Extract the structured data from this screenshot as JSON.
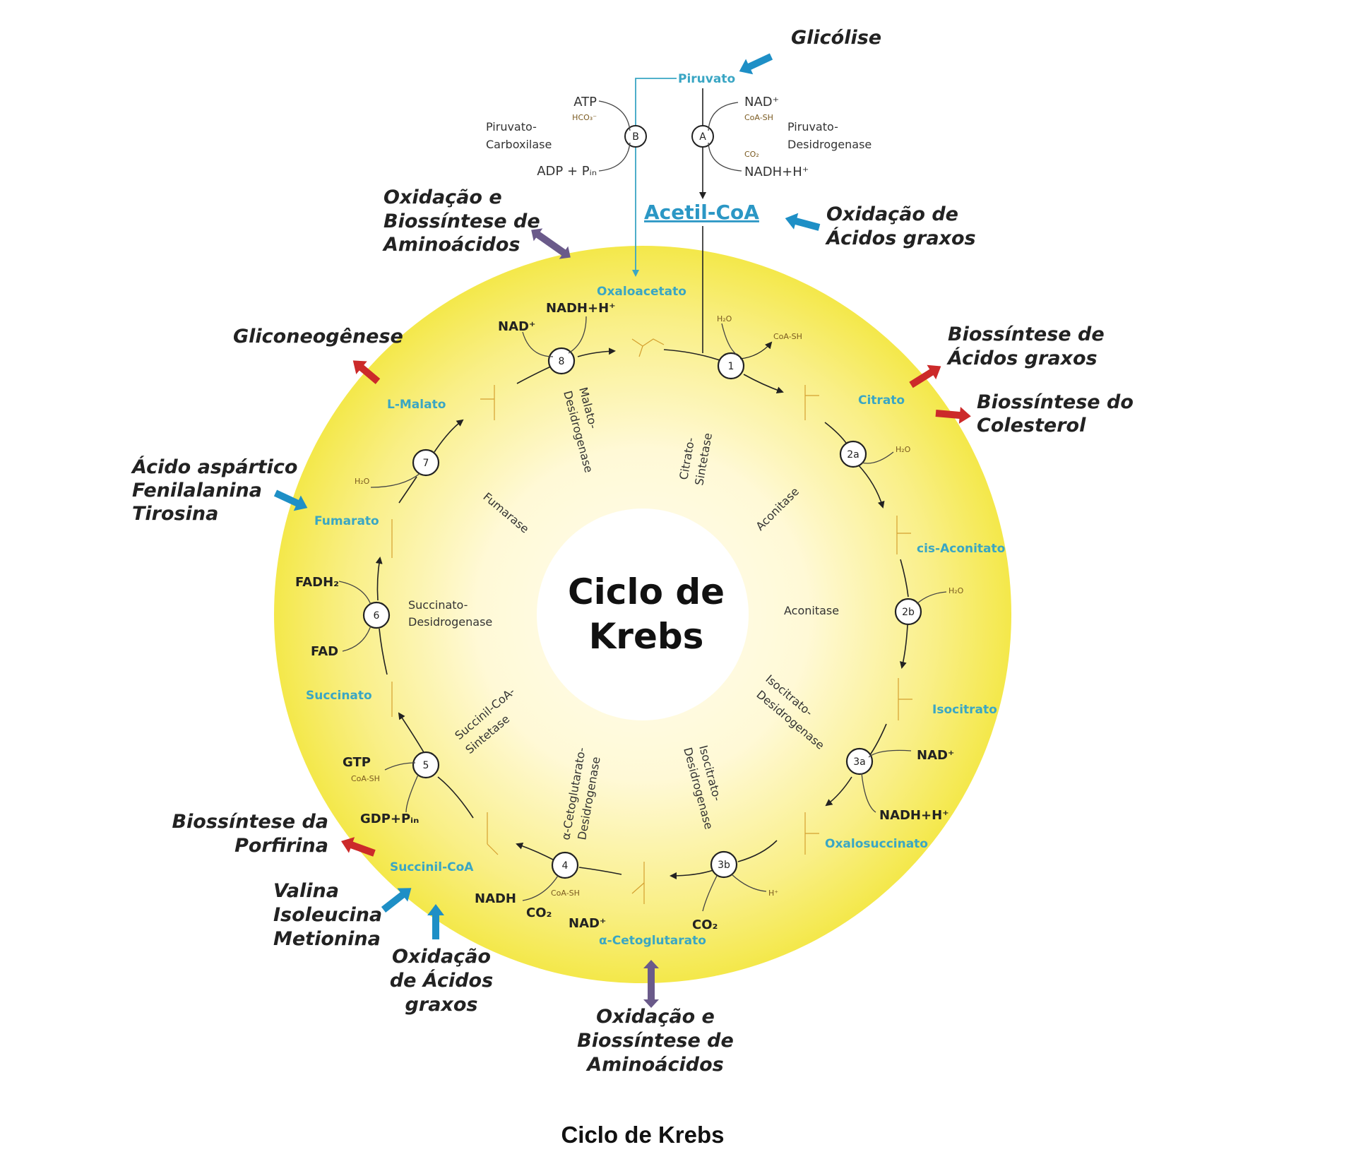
{
  "center_title": [
    "Ciclo de",
    "Krebs"
  ],
  "caption": "Ciclo de Krebs",
  "colors": {
    "ring_outer": "#f5e94a",
    "ring_inner": "#fffbe0",
    "metabolite": "#3aa6c4",
    "arrow_in": "#1e8fc6",
    "arrow_out": "#cc2a2a",
    "arrow_bidir": "#6a5a8a"
  },
  "top": {
    "glicolise": "Glicólise",
    "piruvato": "Piruvato",
    "acetil_coa": "Acetil-CoA",
    "oxidacao_acidos_graxos": [
      "Oxidação de",
      "Ácidos graxos"
    ],
    "step_a": "A",
    "step_b": "B",
    "pdh_enzyme": [
      "Piruvato-",
      "Desidrogenase"
    ],
    "pc_enzyme": [
      "Piruvato-",
      "Carboxilase"
    ],
    "a_cofactors": [
      "NAD⁺",
      "CoA-SH",
      "CO₂",
      "NADH+H⁺"
    ],
    "b_cofactors": [
      "ATP",
      "HCO₃⁻",
      "ADP + Pᵢₙ"
    ]
  },
  "external": {
    "oxidacao_biossintese_top": [
      "Oxidação e",
      "Biossíntese de",
      "Aminoácidos"
    ],
    "gliconeogenese": "Gliconeogênese",
    "biossintese_acidos_graxos": [
      "Biossíntese de",
      "Ácidos graxos"
    ],
    "biossintese_colesterol": [
      "Biossíntese do",
      "Colesterol"
    ],
    "acido_aspartico": [
      "Ácido aspártico",
      "Fenilalanina",
      "Tirosina"
    ],
    "biossintese_porfirina": [
      "Biossíntese da",
      "Porfirina"
    ],
    "valina": [
      "Valina",
      "Isoleucina",
      "Metionina"
    ],
    "oxidacao_acidos_graxos_bottom": [
      "Oxidação",
      "de Ácidos",
      "graxos"
    ],
    "oxidacao_biossintese_bottom": [
      "Oxidação e",
      "Biossíntese de",
      "Aminoácidos"
    ]
  },
  "metabolites": {
    "oxaloacetato": "Oxaloacetato",
    "citrato": "Citrato",
    "cis_aconitato": "cis-Aconitato",
    "isocitrato": "Isocitrato",
    "oxalosuccinato": "Oxalosuccinato",
    "cetoglutarato": "α-Cetoglutarato",
    "succinil_coa": "Succinil-CoA",
    "succinato": "Succinato",
    "fumarato": "Fumarato",
    "l_malato": "L-Malato"
  },
  "enzymes": {
    "citrato_sintetase": [
      "Citrato-",
      "Sintetase"
    ],
    "aconitase_1": "Aconitase",
    "aconitase_2": "Aconitase",
    "isocitrato_dh_1": [
      "Isocitrato-",
      "Desidrogenase"
    ],
    "isocitrato_dh_2": [
      "Isocitrato-",
      "Desidrogenase"
    ],
    "cetoglutarato_dh": [
      "α-Cetoglutarato-",
      "Desidrogenase"
    ],
    "succinil_coa_sintetase": [
      "Succinil-CoA-",
      "Sintetase"
    ],
    "succinato_dh": [
      "Succinato-",
      "Desidrogenase"
    ],
    "fumarase": "Fumarase",
    "malato_dh": [
      "Malato-",
      "Desidrogenase"
    ]
  },
  "steps": [
    "1",
    "2a",
    "2b",
    "3a",
    "3b",
    "4",
    "5",
    "6",
    "7",
    "8"
  ],
  "cofactors": {
    "s1_coash": "CoA-SH",
    "s1_h2o": "H₂O",
    "s2a_h2o": "H₂O",
    "s2b_h2o": "H₂O",
    "s3a_nad": "NAD⁺",
    "s3a_nadh": "NADH+H⁺",
    "s3b_h": "H⁺",
    "s3b_co2": "CO₂",
    "s4_nadh": "NADH",
    "s4_co2": "CO₂",
    "s4_coash": "CoA-SH",
    "s4_nad": "NAD⁺",
    "s5_gtp": "GTP",
    "s5_coash": "CoA-SH",
    "s5_gdp": "GDP+Pᵢₙ",
    "s6_fadh2": "FADH₂",
    "s6_fad": "FAD",
    "s7_h2o": "H₂O",
    "s8_nad": "NAD⁺",
    "s8_nadh": "NADH+H⁺"
  }
}
